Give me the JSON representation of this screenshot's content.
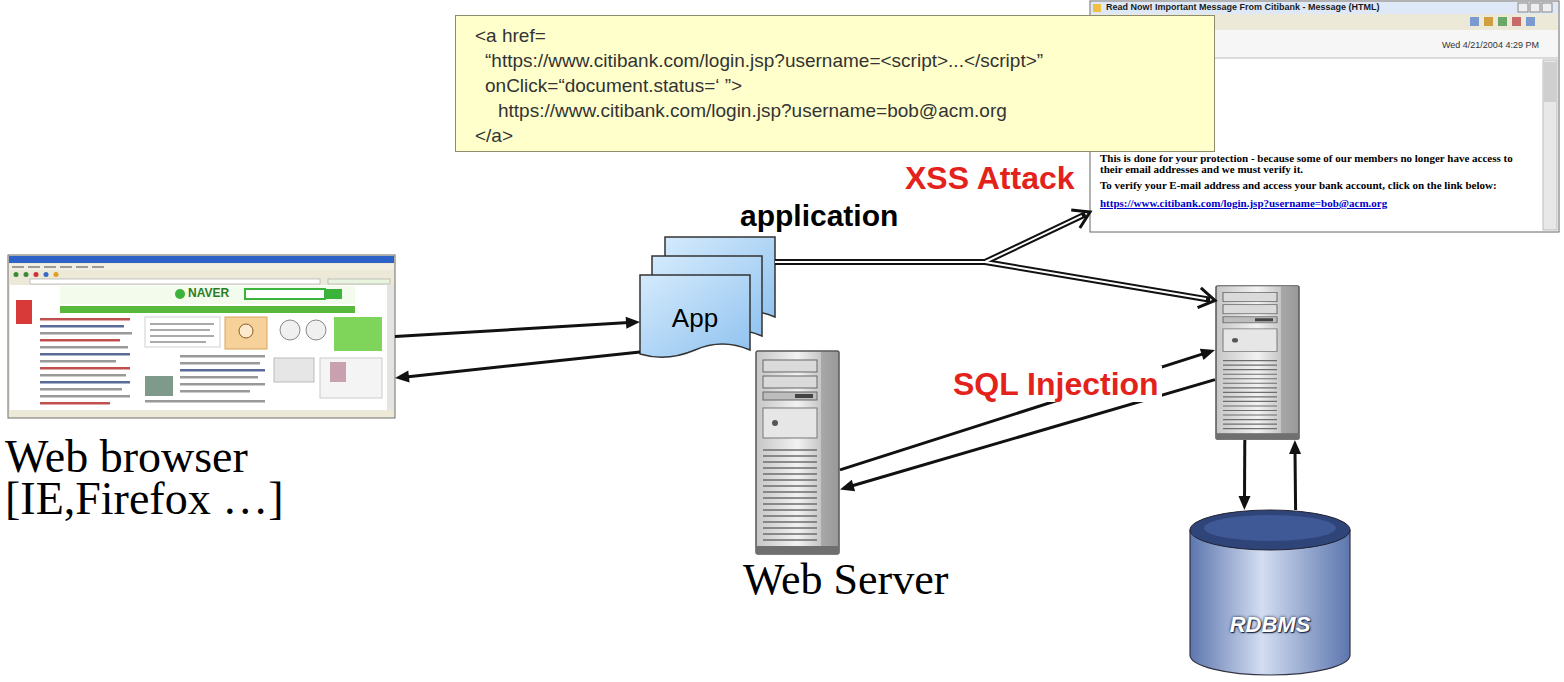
{
  "diagram": {
    "nodes": [
      {
        "text": [
          "<a href=",
          "“https://www.citibank.com/login.jsp?username=<script>...</script>”",
          "onClick=“document.status=‘ ”>",
          "https://www.citibank.com/login.jsp?username=bob@acm.org",
          "</a>"
        ]
      },
      {
        "text": [
          "application",
          "App"
        ]
      },
      {
        "text": [
          "Read Now! Important Message From Citibank - Message (HTML)",
          "Wed 4/21/2004 4:29 PM",
          "This is done for your protection - because some of our members no longer have access to their email addresses and we must verify it.",
          "To verify your E-mail address and access your bank account, click on the link below:",
          "https://www.citibank.com/login.jsp?username=bob@acm.org"
        ]
      },
      {
        "text": [
          "Web browser [IE,Firefox …]"
        ]
      },
      {
        "text": [
          "Web Server"
        ]
      },
      {
        "text": []
      },
      {
        "text": [
          "RDBMS"
        ]
      }
    ],
    "edges": [
      {
        "from": 3,
        "to": 1,
        "arrow": "to"
      },
      {
        "from": 1,
        "to": 3,
        "arrow": "to"
      },
      {
        "from": 1,
        "to": 2,
        "label": "XSS Attack",
        "arrow": "to"
      },
      {
        "from": 1,
        "to": 5,
        "arrow": "to"
      },
      {
        "from": 4,
        "to": 5,
        "label": "SQL Injection",
        "arrow": "to"
      },
      {
        "from": 5,
        "to": 4,
        "arrow": "to"
      },
      {
        "from": 5,
        "to": 6,
        "arrow": "to"
      },
      {
        "from": 6,
        "to": 5,
        "arrow": "to"
      }
    ],
    "labels": [
      "NAVER"
    ]
  }
}
